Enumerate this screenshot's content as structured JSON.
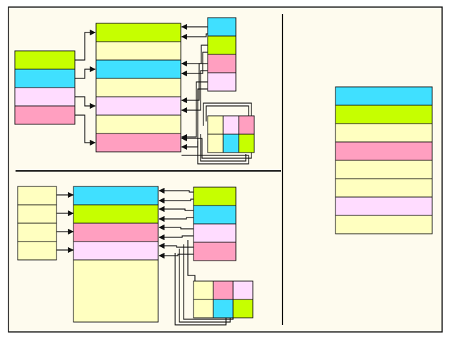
{
  "colors": {
    "background": "#fefbee",
    "frame": "#111111",
    "line": "#111111",
    "lime": "#c6ff00",
    "cyan": "#40e0ff",
    "pink": "#ff9fc0",
    "lavender": "#ffdcff",
    "cream": "#ffffc0"
  },
  "panels": {
    "top_left": {
      "source_block": [
        "lime",
        "cyan",
        "lavender",
        "pink"
      ],
      "target_block": [
        "lime",
        "cream",
        "cyan",
        "cream",
        "lavender",
        "cream",
        "pink"
      ],
      "palette_column": [
        "cyan",
        "lime",
        "pink",
        "lavender"
      ],
      "grid": [
        "cream",
        "lavender",
        "pink",
        "cream",
        "cyan",
        "lime"
      ]
    },
    "bottom_left": {
      "source_block": [
        "cream",
        "cream",
        "cream",
        "cream"
      ],
      "target_block": [
        "cyan",
        "lime",
        "pink",
        "lavender",
        "cream"
      ],
      "palette_column": [
        "lime",
        "cyan",
        "lavender",
        "pink"
      ],
      "grid": [
        "cream",
        "pink",
        "lavender",
        "cream",
        "cyan",
        "lime"
      ]
    },
    "right": {
      "result_column": [
        "cyan",
        "lime",
        "cream",
        "pink",
        "cream",
        "cream",
        "lavender",
        "cream"
      ]
    }
  }
}
